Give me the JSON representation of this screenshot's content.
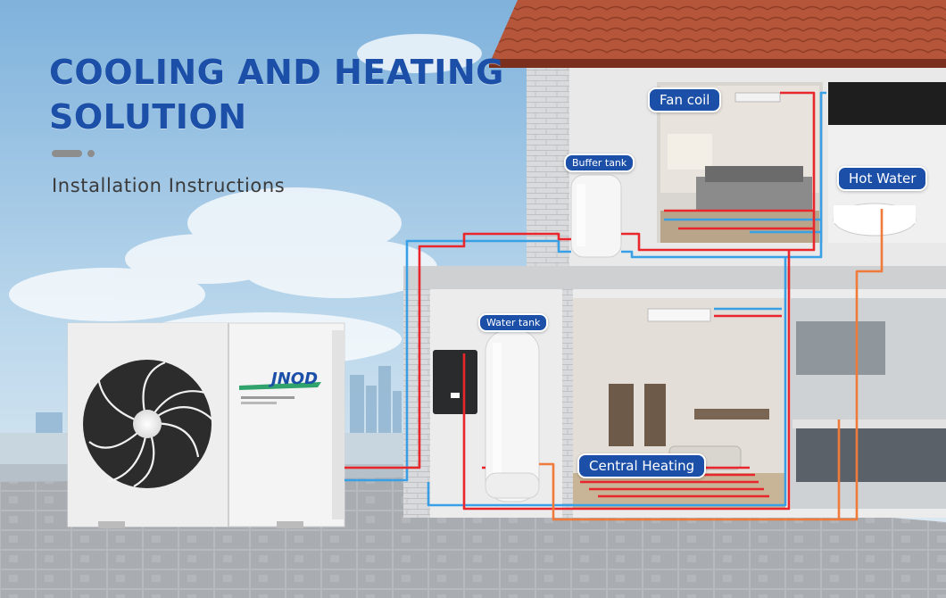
{
  "title": "COOLING AND HEATING\nSOLUTION",
  "subtitle": "Installation Instructions",
  "brand": "JNOD",
  "labels": {
    "fan_coil": "Fan coil",
    "buffer_tank": "Buffer tank",
    "hot_water": "Hot Water",
    "water_tank": "Water tank",
    "central_heating": "Central Heating"
  },
  "colors": {
    "title": "#1b4fa8",
    "label_bg": "#1b4fa8",
    "hot_pipe": "#e8262c",
    "cold_pipe": "#3aa0e6",
    "dhw_pipe": "#f07a3a",
    "roof": "#b5553a"
  }
}
